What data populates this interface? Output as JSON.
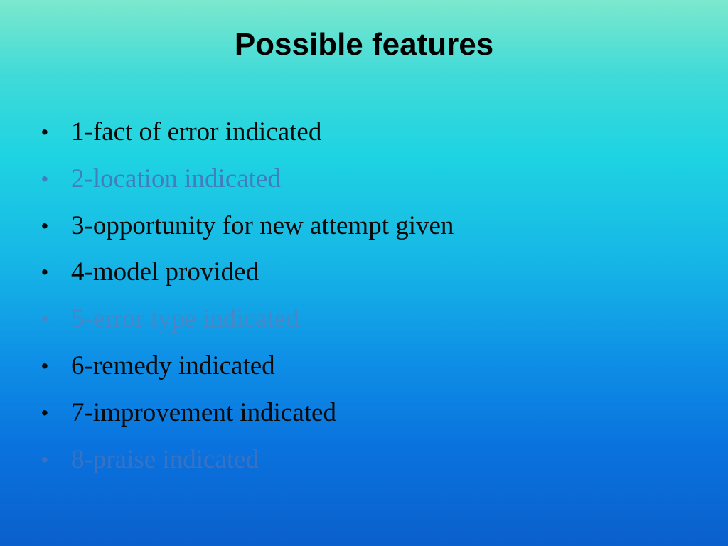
{
  "slide": {
    "title": "Possible features",
    "bullets": [
      {
        "text": "1-fact of error indicated",
        "color": "#0a0a0a"
      },
      {
        "text": "2-location indicated",
        "color": "#3f7fbf"
      },
      {
        "text": "3-opportunity for new attempt given",
        "color": "#0a0a0a"
      },
      {
        "text": "4-model provided",
        "color": "#0a0a0a"
      },
      {
        "text": "5-error type indicated",
        "color": "#4a86c6"
      },
      {
        "text": "6-remedy indicated",
        "color": "#0a0a0a"
      },
      {
        "text": "7-improvement indicated",
        "color": "#0a0a0a"
      },
      {
        "text": "8-praise indicated",
        "color": "#3a72c2"
      }
    ],
    "bullet_symbol": "•"
  }
}
